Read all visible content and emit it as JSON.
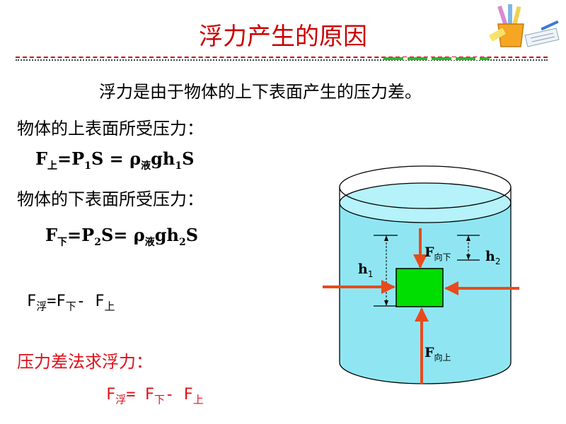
{
  "title": "浮力产生的原因",
  "statement": "浮力是由于物体的上下表面产生的压力差。",
  "upper": {
    "label": "物体的上表面所受压力：",
    "F": "F",
    "F_sub": "上",
    "eq1": "=P",
    "p_sub": "1",
    "eq2": "S = ρ",
    "rho_sub": "液",
    "eq3": "gh",
    "h_sub": "1",
    "eq4": "S"
  },
  "lower": {
    "label": "物体的下表面所受压力：",
    "F": "F",
    "F_sub": "下",
    "eq1": "=P",
    "p_sub": "2",
    "eq2": "S= ρ",
    "rho_sub": "液",
    "eq3": "gh",
    "h_sub": "2",
    "eq4": "S"
  },
  "buoyancy_formula": {
    "F1": "F",
    "sub1": "浮",
    "mid": "=F",
    "sub2": "下",
    "minus": "- F",
    "sub3": "上"
  },
  "method_label": "压力差法求浮力：",
  "method_formula": {
    "F1": "F",
    "sub1": "浮",
    "mid": "= F",
    "sub2": "下",
    "minus": "- F",
    "sub3": "上"
  },
  "diagram": {
    "h1": "h",
    "h1_sub": "1",
    "h2": "h",
    "h2_sub": "2",
    "F_down": "F",
    "F_down_sub": "向下",
    "F_up": "F",
    "F_up_sub": "向上",
    "colors": {
      "water": "#8fe6f2",
      "cube": "#00dd00",
      "arrow": "#e84a1c"
    }
  }
}
